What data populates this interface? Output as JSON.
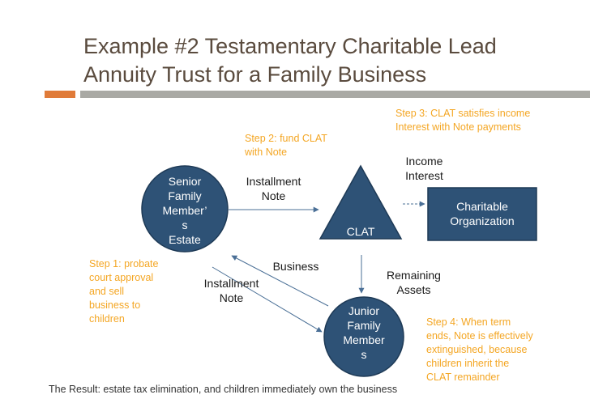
{
  "title": {
    "line1": "Example #2 Testamentary Charitable Lead",
    "line2": "Annuity Trust for a Family Business"
  },
  "colors": {
    "title_text": "#5a4b3e",
    "accent_orange": "#e07b39",
    "rule_gray": "#a9a9a4",
    "node_fill": "#2e5276",
    "node_stroke": "#1e3a56",
    "step_text": "#f4a623",
    "arrow": "#4a6f96"
  },
  "nodes": {
    "senior": {
      "lines": [
        "Senior",
        "Family",
        "Member’",
        "s",
        "Estate"
      ]
    },
    "clat": {
      "label": "CLAT"
    },
    "charity": {
      "lines": [
        "Charitable",
        "Organization"
      ]
    },
    "junior": {
      "lines": [
        "Junior",
        "Family",
        "Member",
        "s"
      ]
    }
  },
  "labels": {
    "installment_note_top": [
      "Installment",
      "Note"
    ],
    "installment_note_bottom": [
      "Installment",
      "Note"
    ],
    "business": "Business",
    "income_interest": [
      "Income",
      "Interest"
    ],
    "remaining_assets": [
      "Remaining",
      "Assets"
    ]
  },
  "steps": {
    "step1": [
      "Step 1: probate",
      "court approval",
      "and sell",
      "business to",
      "children"
    ],
    "step2": [
      "Step 2: fund CLAT",
      "with Note"
    ],
    "step3": [
      "Step 3: CLAT satisfies income",
      "Interest with Note payments"
    ],
    "step4": [
      "Step 4: When term",
      "ends, Note is effectively",
      "extinguished, because",
      "children inherit the",
      "CLAT remainder"
    ]
  },
  "result": "The Result: estate tax elimination, and children immediately own the business"
}
